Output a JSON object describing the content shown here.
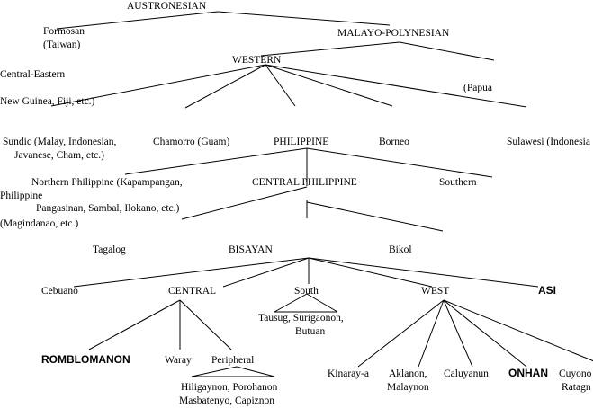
{
  "tree": {
    "austronesian": "AUSTRONESIAN",
    "formosan": "Formosan",
    "taiwan": "(Taiwan)",
    "malayo_polynesian": "MALAYO-POLYNESIAN",
    "western": "WESTERN",
    "central_eastern": "Central-Eastern",
    "new_guinea": "New Guinea, Fiji, etc.)",
    "papua": "(Papua",
    "sundic_1": "Sundic (Malay, Indonesian,",
    "sundic_2": "Javanese, Cham, etc.)",
    "chamorro": "Chamorro (Guam)",
    "philippine": "PHILIPPINE",
    "borneo": "Borneo",
    "sulawesi": "Sulawesi (Indonesia",
    "northern_1": "Northern Philippine (Kapampangan,",
    "northern_2": "Pangasinan, Sambal, Ilokano, etc.)",
    "central_philippine": "CENTRAL PHILIPPINE",
    "southern_1": "Southern",
    "southern_2": "Philippine",
    "southern_3": "(Magindanao, etc.)",
    "tagalog": "Tagalog",
    "bisayan": "BISAYAN",
    "bikol": "Bikol",
    "cebuano": "Cebuano",
    "central": "CENTRAL",
    "south": "South",
    "west": "WEST",
    "asi": "ASI",
    "south_langs_1": "Tausug, Surigaonon,",
    "south_langs_2": "Butuan",
    "romblomanon": "ROMBLOMANON",
    "waray": "Waray",
    "peripheral": "Peripheral",
    "peripheral_langs_1": "Hiligaynon, Porohanon",
    "peripheral_langs_2": "Masbatenyo, Capiznon",
    "kinaray_a": "Kinaray-a",
    "aklanon_1": "Aklanon,",
    "aklanon_2": "Malaynon",
    "caluyanun": "Caluyanun",
    "onhan": "ONHAN",
    "cuyonon_1": "Cuyono",
    "cuyonon_2": "Ratagn"
  }
}
